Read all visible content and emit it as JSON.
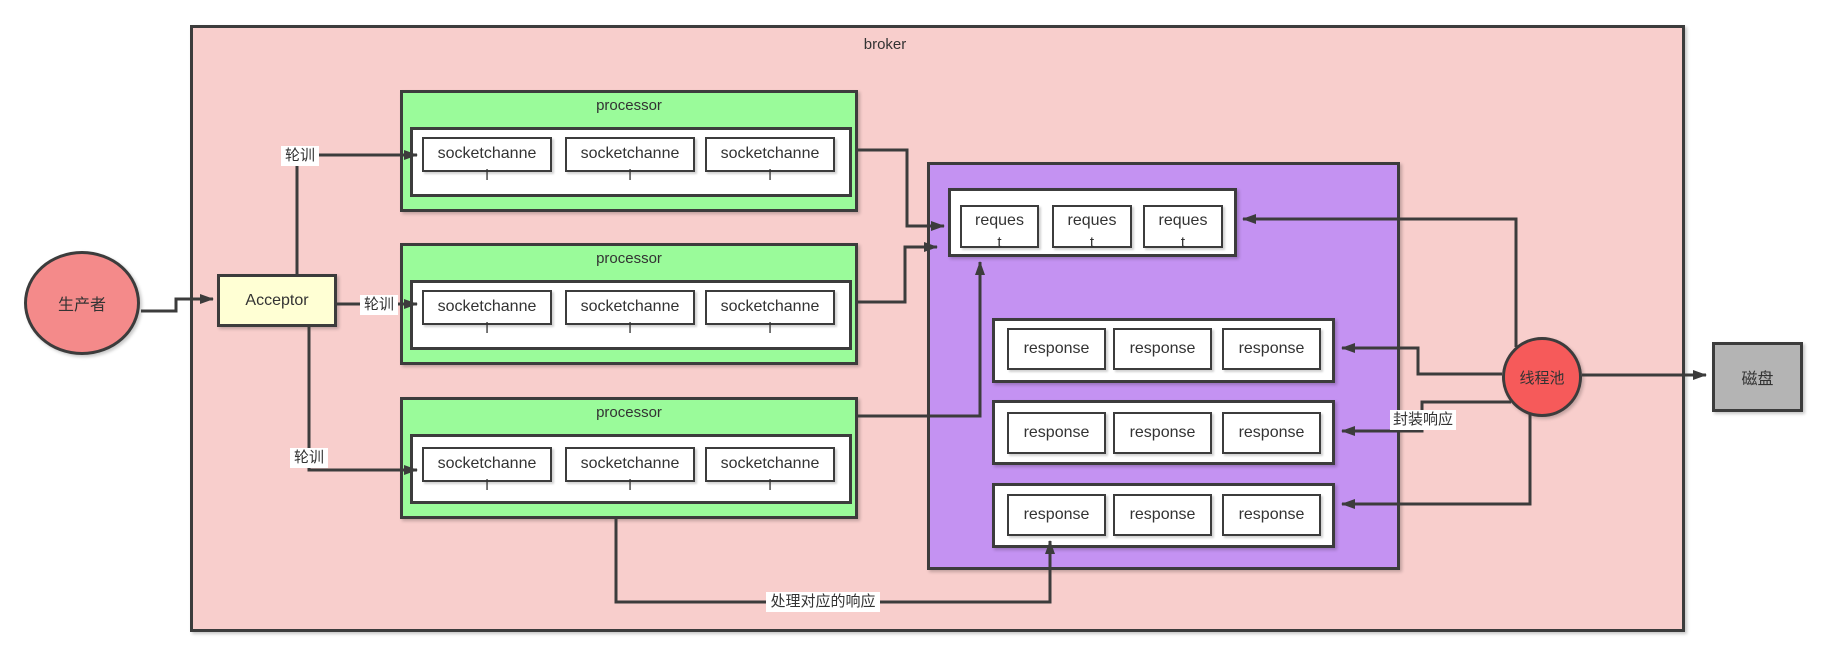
{
  "broker": {
    "label": "broker"
  },
  "producer": {
    "label": "生产者"
  },
  "acceptor": {
    "label": "Acceptor"
  },
  "edge_labels": {
    "poll_1": "轮训",
    "poll_2": "轮训",
    "poll_3": "轮训",
    "wrap_response": "封装响应",
    "handle_response": "处理对应的响应"
  },
  "processors": [
    {
      "title": "processor",
      "channels": [
        {
          "line1": "socketchanne",
          "line2": "l"
        },
        {
          "line1": "socketchanne",
          "line2": "l"
        },
        {
          "line1": "socketchanne",
          "line2": "l"
        }
      ]
    },
    {
      "title": "processor",
      "channels": [
        {
          "line1": "socketchanne",
          "line2": "l"
        },
        {
          "line1": "socketchanne",
          "line2": "l"
        },
        {
          "line1": "socketchanne",
          "line2": "l"
        }
      ]
    },
    {
      "title": "processor",
      "channels": [
        {
          "line1": "socketchanne",
          "line2": "l"
        },
        {
          "line1": "socketchanne",
          "line2": "l"
        },
        {
          "line1": "socketchanne",
          "line2": "l"
        }
      ]
    }
  ],
  "request_queue": {
    "items": [
      {
        "line1": "reques",
        "line2": "t"
      },
      {
        "line1": "reques",
        "line2": "t"
      },
      {
        "line1": "reques",
        "line2": "t"
      }
    ]
  },
  "response_rows": [
    {
      "items": [
        "response",
        "response",
        "response"
      ]
    },
    {
      "items": [
        "response",
        "response",
        "response"
      ]
    },
    {
      "items": [
        "response",
        "response",
        "response"
      ]
    }
  ],
  "thread_pool": {
    "label": "线程池"
  },
  "disk": {
    "label": "磁盘"
  },
  "colors": {
    "broker_fill": "#f8cecc",
    "processor_fill": "#9afb9a",
    "queue_fill": "#c492f2",
    "acceptor_fill": "#ffffd4",
    "producer_fill": "#f48a8a",
    "pool_fill": "#f65a5a",
    "disk_fill": "#b4b4b4",
    "stroke": "#3c3c3c",
    "label_bg": "#ffffff"
  }
}
